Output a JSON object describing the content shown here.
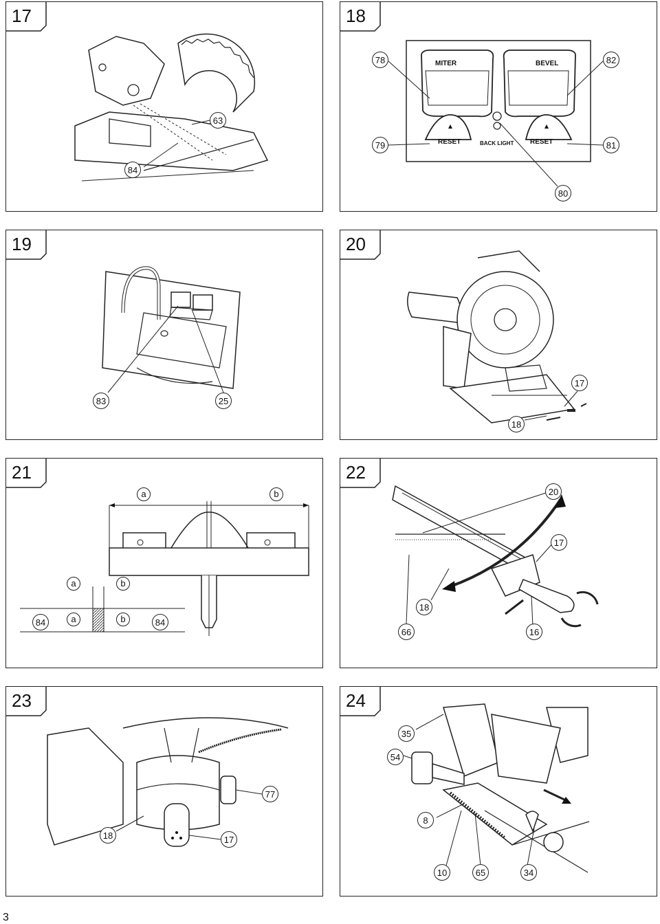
{
  "page_number": "3",
  "figures": [
    {
      "number": "17",
      "callouts": [
        "63",
        "84"
      ]
    },
    {
      "number": "18",
      "callouts": [
        "78",
        "82",
        "79",
        "81",
        "80"
      ],
      "panel_labels": {
        "miter": "MITER",
        "bevel": "BEVEL",
        "reset_left": "RESET",
        "back_light": "BACK LIGHT",
        "reset_right": "RESET"
      }
    },
    {
      "number": "19",
      "callouts": [
        "83",
        "25"
      ]
    },
    {
      "number": "20",
      "callouts": [
        "17",
        "18"
      ]
    },
    {
      "number": "21",
      "callouts": [
        "84",
        "84"
      ],
      "letters": [
        "a",
        "b",
        "a",
        "b",
        "a",
        "b"
      ]
    },
    {
      "number": "22",
      "callouts": [
        "20",
        "17",
        "18",
        "66",
        "16"
      ]
    },
    {
      "number": "23",
      "callouts": [
        "77",
        "18",
        "17"
      ]
    },
    {
      "number": "24",
      "callouts": [
        "35",
        "54",
        "8",
        "10",
        "65",
        "34"
      ]
    }
  ]
}
